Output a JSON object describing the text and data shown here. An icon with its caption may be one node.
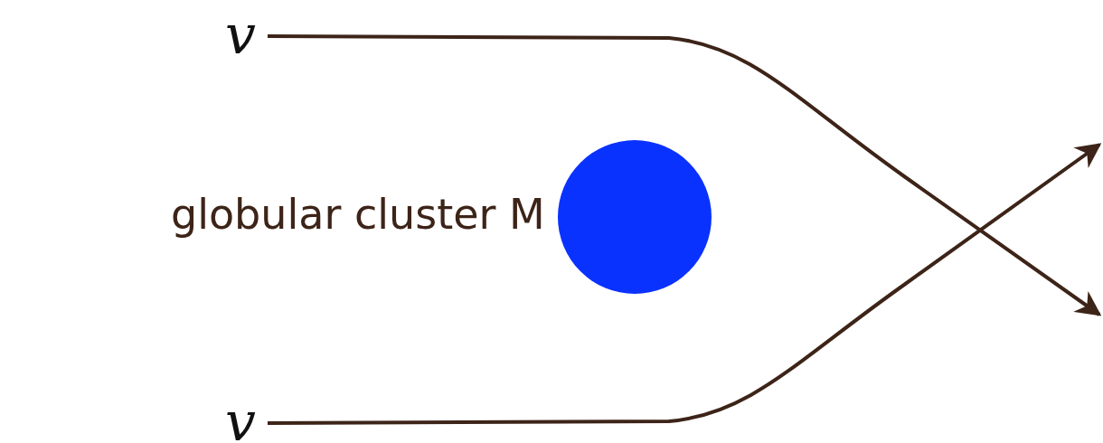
{
  "diagram": {
    "nodes": [
      {
        "text": [
          "v"
        ]
      },
      {
        "text": [],
        "shape": "circle",
        "beside": [
          "globular cluster M"
        ]
      },
      {
        "text": [
          "v"
        ]
      }
    ],
    "edges": [
      {
        "from": 0,
        "to": null,
        "arrow": "to"
      },
      {
        "from": 2,
        "to": null,
        "arrow": "to"
      }
    ]
  }
}
